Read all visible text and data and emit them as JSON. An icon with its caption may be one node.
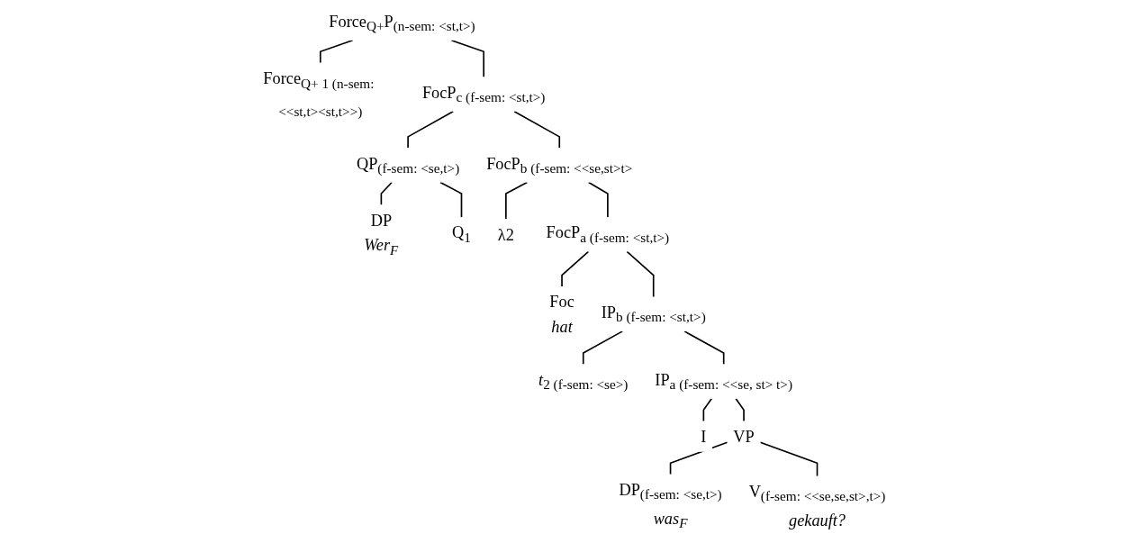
{
  "diagram": {
    "nodes": [
      {
        "text": [
          "Force$_{Q+}$P$_{(n-sem:  <st,t>)}$"
        ]
      },
      {
        "text": [
          "Force$_{Q+ 1 (n-sem: <<st,t><st,t>>)}$"
        ]
      },
      {
        "text": [
          "FocP$_{c (f-sem: <st,t>)}$"
        ]
      },
      {
        "text": [
          "QP$_{(f-sem: <se,t>)}$"
        ]
      },
      {
        "text": [
          "FocP$_{b (f-sem: <<se,st>t>}$"
        ]
      },
      {
        "text": [
          "DP",
          "Wer$_{F}$"
        ]
      },
      {
        "text": [
          "Q$_{1}$"
        ]
      },
      {
        "text": [
          "λ2"
        ]
      },
      {
        "text": [
          "FocP$_{a (f-sem: <st,t>)}$"
        ]
      },
      {
        "text": [
          "Foc",
          "hat"
        ]
      },
      {
        "text": [
          "IP$_{b (f-sem: <st,t>)}$"
        ]
      },
      {
        "text": [
          "*t*$_{2 (f-sem: <se>)}$"
        ]
      },
      {
        "text": [
          "IP$_{a  (f-sem: <<se, st> t>)}$"
        ]
      },
      {
        "text": [
          "I"
        ]
      },
      {
        "text": [
          "VP"
        ]
      },
      {
        "text": [
          "DP$_{(f-sem: <se,t>)}$",
          "was$_{F}$"
        ]
      },
      {
        "text": [
          "V$_{(f-sem: <<se,se,st>,t>)}$",
          "gekauft?"
        ]
      }
    ],
    "edges": [
      {
        "from": 0,
        "to": 1,
        "arrow": "none"
      },
      {
        "from": 0,
        "to": 2,
        "arrow": "none"
      },
      {
        "from": 2,
        "to": 3,
        "arrow": "none"
      },
      {
        "from": 2,
        "to": 4,
        "arrow": "none"
      },
      {
        "from": 3,
        "to": 5,
        "arrow": "none"
      },
      {
        "from": 3,
        "to": 6,
        "arrow": "none"
      },
      {
        "from": 4,
        "to": 7,
        "arrow": "none"
      },
      {
        "from": 4,
        "to": 8,
        "arrow": "none"
      },
      {
        "from": 8,
        "to": 9,
        "arrow": "none"
      },
      {
        "from": 8,
        "to": 10,
        "arrow": "none"
      },
      {
        "from": 10,
        "to": 11,
        "arrow": "none"
      },
      {
        "from": 10,
        "to": 12,
        "arrow": "none"
      },
      {
        "from": 12,
        "to": 13,
        "arrow": "none"
      },
      {
        "from": 12,
        "to": 14,
        "arrow": "none"
      },
      {
        "from": 14,
        "to": 15,
        "arrow": "none"
      },
      {
        "from": 14,
        "to": 16,
        "arrow": "none"
      }
    ]
  }
}
